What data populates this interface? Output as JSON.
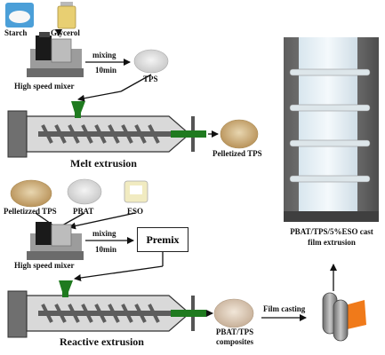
{
  "top_section": {
    "starch_label": "Starch",
    "glycerol_label": "Glycerol",
    "mixing_label": "mixing",
    "time_label": "10min",
    "mixer_label": "High speed mixer",
    "tps_label": "TPS",
    "melt_extrusion_label": "Melt extrusion",
    "pelletized_tps_label": "Pelletized TPS"
  },
  "middle_section": {
    "pelletized_tps_label": "Pelletizzed TPS",
    "pbat_label": "PBAT",
    "eso_label": "ESO",
    "mixing_label": "mixing",
    "time_label": "10min",
    "premix_label": "Premix",
    "mixer_label": "High speed mixer"
  },
  "bottom_section": {
    "reactive_extrusion_label": "Reactive extrusion",
    "composites_line1": "PBAT/TPS",
    "composites_line2": "composites",
    "film_casting_label": "Film casting"
  },
  "film_panel": {
    "caption_line1": "PBAT/TPS/5%ESO cast",
    "caption_line2": "film extrusion"
  },
  "colors": {
    "screw_green": "#1f7a1f",
    "barrel_gray": "#9a9a9a",
    "screw_gray": "#5d5d5d",
    "roller_orange": "#f07a1a"
  }
}
